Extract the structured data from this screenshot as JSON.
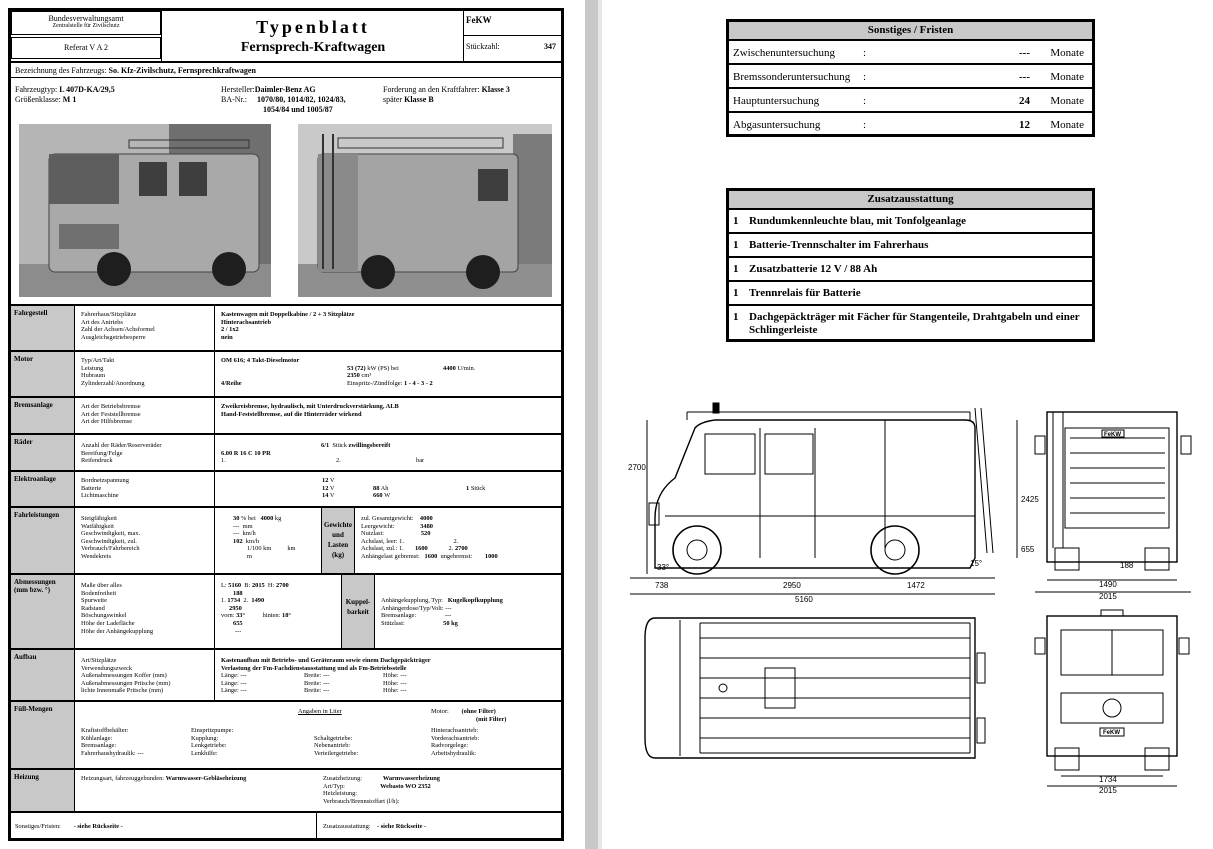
{
  "header": {
    "agency": "Bundesverwaltungsamt",
    "agency_sub": "Zentralstelle für Zivilschutz",
    "department": "Referat V A 2",
    "title": "Typenblatt",
    "subtitle": "Fernsprech-Kraftwagen",
    "code": "FeKW",
    "count_label": "Stückzahl:",
    "count_value": "347"
  },
  "vehicle": {
    "designation_label": "Bezeichnung des Fahrzeugs:",
    "designation": "So. Kfz-Zivilschutz, Fernsprechkraftwagen",
    "type_label": "Fahrzeugtyp:",
    "type": "L 407D-KA/29,5",
    "size_label": "Größenklasse:",
    "size": "M 1",
    "maker_label": "Hersteller:",
    "maker": "Daimler-Benz AG",
    "ba_label": "BA-Nr.:",
    "ba_1": "1070/80, 1014/82, 1024/83,",
    "ba_2": "1054/84 und 1005/87",
    "driver_label": "Forderung an den Kraftfahrer:",
    "driver": "Klasse 3",
    "later_label": "später",
    "later": "Klasse B"
  },
  "sections": {
    "fahrgestell": {
      "label": "Fahrgestell",
      "l1": "Fahrerhaus/Sitzplätze",
      "l2": "Art des Antriebs",
      "l3": "Zahl der Achsen/Achsformel",
      "l4": "Ausgleichsgetriebesperre",
      "v1": "Kastenwagen mit Doppelkabine / 2 + 3 Sitzplätze",
      "v2": "Hinterachsantrieb",
      "v3": "2 / 1x2",
      "v4": "nein"
    },
    "motor": {
      "label": "Motor",
      "l1": "Typ/Art/Takt",
      "l2": "Leistung",
      "l3": "Hubraum",
      "l4": "Zylinderzahl/Anordnung",
      "v1": "OM 616; 4 Takt-Dieselmotor",
      "power": "53 (72)",
      "power_unit": "kW (PS) bei",
      "rpm": "4400",
      "rpm_unit": "U/min.",
      "displacement": "2350",
      "displacement_unit": "cm³",
      "v4": "4/Reihe",
      "firing_label": "Einspritz-/Zündfolge:",
      "firing": "1 - 4 - 3 - 2"
    },
    "bremse": {
      "label": "Bremsanlage",
      "l1": "Art der Betriebsbremse",
      "l2": "Art der Feststellbremse",
      "l3": "Art der Hilfsbremse",
      "v1": "Zweikreisbremse, hydraulisch, mit Unterdruckverstärkung, ALB",
      "v2": "Hand-Feststellbremse, auf die Hinterräder wirkend"
    },
    "raeder": {
      "label": "Räder",
      "l1": "Anzahl der Räder/Reserveräder",
      "l2": "Bereifung/Felge",
      "l3": "Reifendruck",
      "count": "6/1",
      "count_unit": "Stück",
      "count_note": "zwillingsbereift",
      "tyres": "6.00 R 16 C 10 PR",
      "p1": "1.",
      "p2": "2.",
      "p_unit": "bar"
    },
    "elektro": {
      "label": "Elektroanlage",
      "l1": "Bordnetzspannung",
      "l2": "Batterie",
      "l3": "Lichtmaschine",
      "v1": "12",
      "v2": "12",
      "v3": "14",
      "unit_v": "V",
      "ah": "88",
      "ah_unit": "Ah",
      "bat_count": "1",
      "bat_unit": "Stück",
      "w": "660",
      "w_unit": "W"
    },
    "fahrleistung": {
      "label": "Fahrleistungen",
      "l1": "Steigfähigkeit",
      "l2": "Watfähigkeit",
      "l3": "Geschwindigkeit, max.",
      "l4": "Geschwindigkeit, zul.",
      "l5": "Verbrauch/Fahrbereich",
      "l6": "Wendekreis",
      "steig": "30",
      "steig_unit": "% bei",
      "steig_kg": "4000",
      "kg": "kg",
      "wat": "---",
      "wat_unit": "mm",
      "vmax": "---",
      "vmax_unit": "km/h",
      "vzul": "102",
      "vzul_unit": "km/h",
      "verbrauch": "1/100 km",
      "km": "km",
      "wende": "m",
      "gewichte_label": "Gewichte und Lasten (kg)",
      "g1": "zul. Gesamtgewicht:",
      "g1v": "4000",
      "g2": "Leergewicht:",
      "g2v": "3480",
      "g3": "Nutzlast:",
      "g3v": "520",
      "g4": "Achslast, leer: 1.",
      "g4b": "2.",
      "g5": "Achslast, zul.: 1.",
      "g5v": "1600",
      "g5b": "2.",
      "g5bv": "2700",
      "g6": "Anhängelast gebremst:",
      "g6v": "1600",
      "g6b": "ungebremst:",
      "g6bv": "1000"
    },
    "abmessung": {
      "label": "Abmessungen (mm bzw. °)",
      "l1": "Maße über alles",
      "l2": "Bodenfreiheit",
      "l3": "Spurweite",
      "l4": "Radstand",
      "l5": "Böschungswinkel",
      "l6": "Höhe der Ladefläche",
      "l7": "Höhe der Anhängekupplung",
      "L": "L:",
      "Lv": "5160",
      "B": "B:",
      "Bv": "2015",
      "H": "H:",
      "Hv": "2700",
      "boden": "188",
      "sp1": "1.",
      "sp1v": "1734",
      "sp2": "2.",
      "sp2v": "1490",
      "rad": "2950",
      "vorn": "vorn:",
      "vornv": "33°",
      "hinten": "hinten:",
      "hintenv": "18°",
      "lade": "655",
      "ahk": "---",
      "kupplung_label": "Kuppel- barkeit",
      "k1": "Anhängekupplung, Typ:",
      "k1v": "Kugelkopfkupplung",
      "k2": "Anhängerdose/Typ/Volt:",
      "k2v": "---",
      "k3": "Bremsanlage:",
      "k3v": "---",
      "k4": "Stützlast:",
      "k4v": "50 kg"
    },
    "aufbau": {
      "label": "Aufbau",
      "l1": "Art/Sitzplätze",
      "l2": "Verwendungszweck",
      "l3": "Außenabmessungen Koffer (mm)",
      "l4": "Außenabmessungen Pritsche (mm)",
      "l5": "lichte Innenmaße Pritsche (mm)",
      "v1": "Kastenaufbau mit Betriebs- und Geräteraum sowie einem Dachgepäckträger",
      "v2": "Verlastung der Fm-Fachdienstausstattung und als Fm-Betriebsstelle",
      "laenge": "Länge:",
      "breite": "Breite:",
      "hoehe": "Höhe:",
      "dash": "---"
    },
    "fuell": {
      "label": "Füll-Mengen",
      "head": "Angaben in Liter",
      "motor": "Motor:",
      "motor_a": "(ohne Filter)",
      "motor_b": "(mit Filter)",
      "a1": "Kraftstoffbehälter:",
      "a2": "Kühlanlage:",
      "a3": "Bremsanlage:",
      "a4": "Fahrerhaushydraulik:",
      "a4v": "---",
      "b1": "Einspritzpumpe:",
      "b2": "Kupplung:",
      "b3": "Lenkgetriebe:",
      "b4": "Lenkhilfe:",
      "c2": "Schaltgetriebe:",
      "c3": "Nebenantrieb:",
      "c4": "Verteilergetriebe:",
      "d1": "Hinterachsantrieb:",
      "d2": "Vorderachsantrieb:",
      "d3": "Radvorgelege:",
      "d4": "Arbeitshydraulik:"
    },
    "heizung": {
      "label": "Heizung",
      "h1": "Heizungsart, fahrzeuggebunden:",
      "h1v": "Warmwasser-Gebläseheizung",
      "z1": "Zusatzheizung:",
      "z1v": "Warmwasserheizung",
      "z2": "Art/Typ:",
      "z2v": "Webasto WO 2352",
      "z3": "Heizleistung:",
      "z4": "Verbrauch/Brennstoffart (l/h):"
    },
    "footer": {
      "sonst": "Sonstiges/Fristen:",
      "sonstv": "- siehe Rückseite -",
      "zus": "Zusatzausstattung:",
      "zusv": "- siehe Rückseite -"
    }
  },
  "fristen": {
    "title": "Sonstiges / Fristen",
    "colon": ":",
    "rows": [
      {
        "label": "Zwischenuntersuchung",
        "value": "---",
        "unit": "Monate"
      },
      {
        "label": "Bremssonderuntersuchung",
        "value": "---",
        "unit": "Monate"
      },
      {
        "label": "Hauptuntersuchung",
        "value": "24",
        "unit": "Monate"
      },
      {
        "label": "Abgasuntersuchung",
        "value": "12",
        "unit": "Monate"
      }
    ]
  },
  "zusatz": {
    "title": "Zusatzausstattung",
    "rows": [
      {
        "qty": "1",
        "text": "Rundumkennleuchte blau, mit Tonfolgeanlage"
      },
      {
        "qty": "1",
        "text": "Batterie-Trennschalter im Fahrerhaus"
      },
      {
        "qty": "1",
        "text": "Zusatzbatterie 12 V / 88 Ah"
      },
      {
        "qty": "1",
        "text": "Trennrelais für Batterie"
      },
      {
        "qty": "1",
        "text": "Dachgepäckträger mit Fächer für Stangenteile, Drahtgabeln und einer Schlingerleiste"
      }
    ]
  },
  "drawing": {
    "h_total": "2700",
    "h_box": "2425",
    "h_floor": "655",
    "overhang_front": "738",
    "wheelbase": "2950",
    "overhang_rear": "1472",
    "length": "5160",
    "angle_front": "33°",
    "angle_rear": "15°",
    "clearance": "188",
    "track_rear": "1490",
    "width": "2015",
    "track_front": "1734",
    "width_front": "2015",
    "plate": "FeKW"
  }
}
